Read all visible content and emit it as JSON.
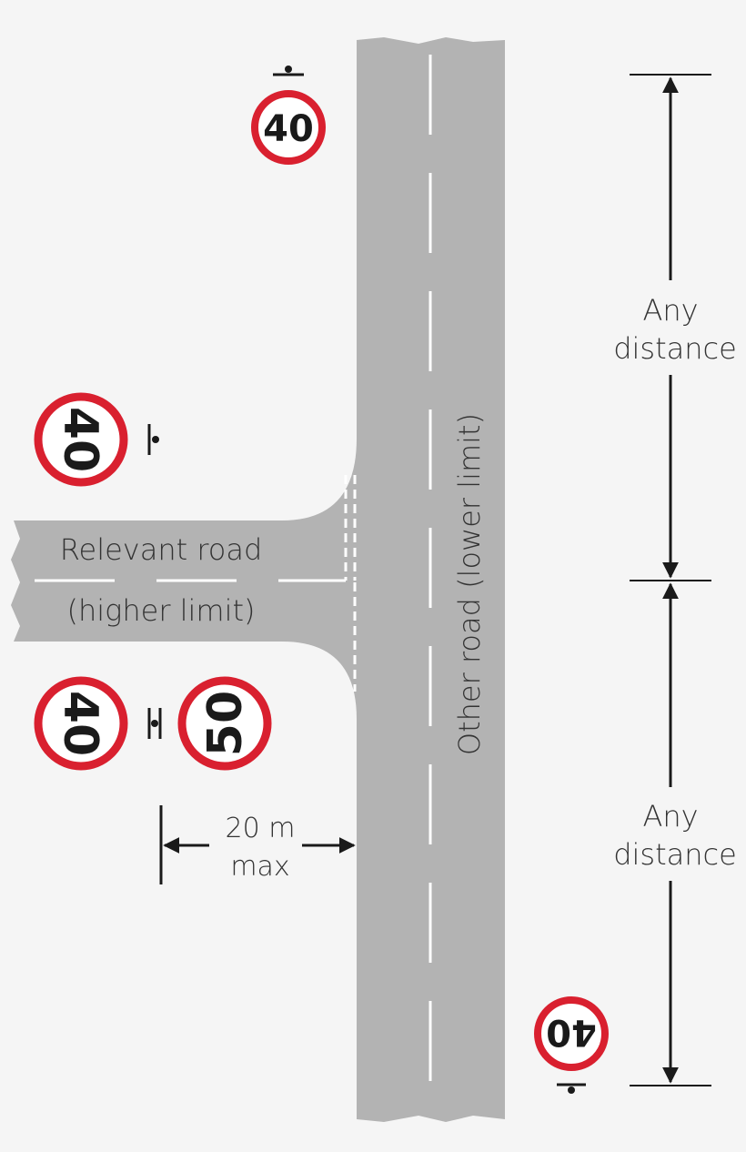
{
  "colors": {
    "background": "#f5f5f5",
    "road": "#b3b3b3",
    "marking": "#ffffff",
    "sign_ring": "#d9202f",
    "sign_face": "#ffffff",
    "ink": "#1a1a1a",
    "text": "#333333"
  },
  "labels": {
    "relevant_road_line1": "Relevant road",
    "relevant_road_line2": "(higher limit)",
    "other_road": "Other road (lower limit)",
    "distance_max_line1": "20 m",
    "distance_max_line2": "max",
    "any_distance_upper_line1": "Any",
    "any_distance_upper_line2": "distance",
    "any_distance_lower_line1": "Any",
    "any_distance_lower_line2": "distance"
  },
  "signs": {
    "top_right_of_road": "40",
    "left_upper": "40",
    "left_lower": "40",
    "left_lower_back": "50",
    "bottom_right": "40"
  },
  "icons": [
    "sign-post-icon",
    "arrow-icon"
  ]
}
